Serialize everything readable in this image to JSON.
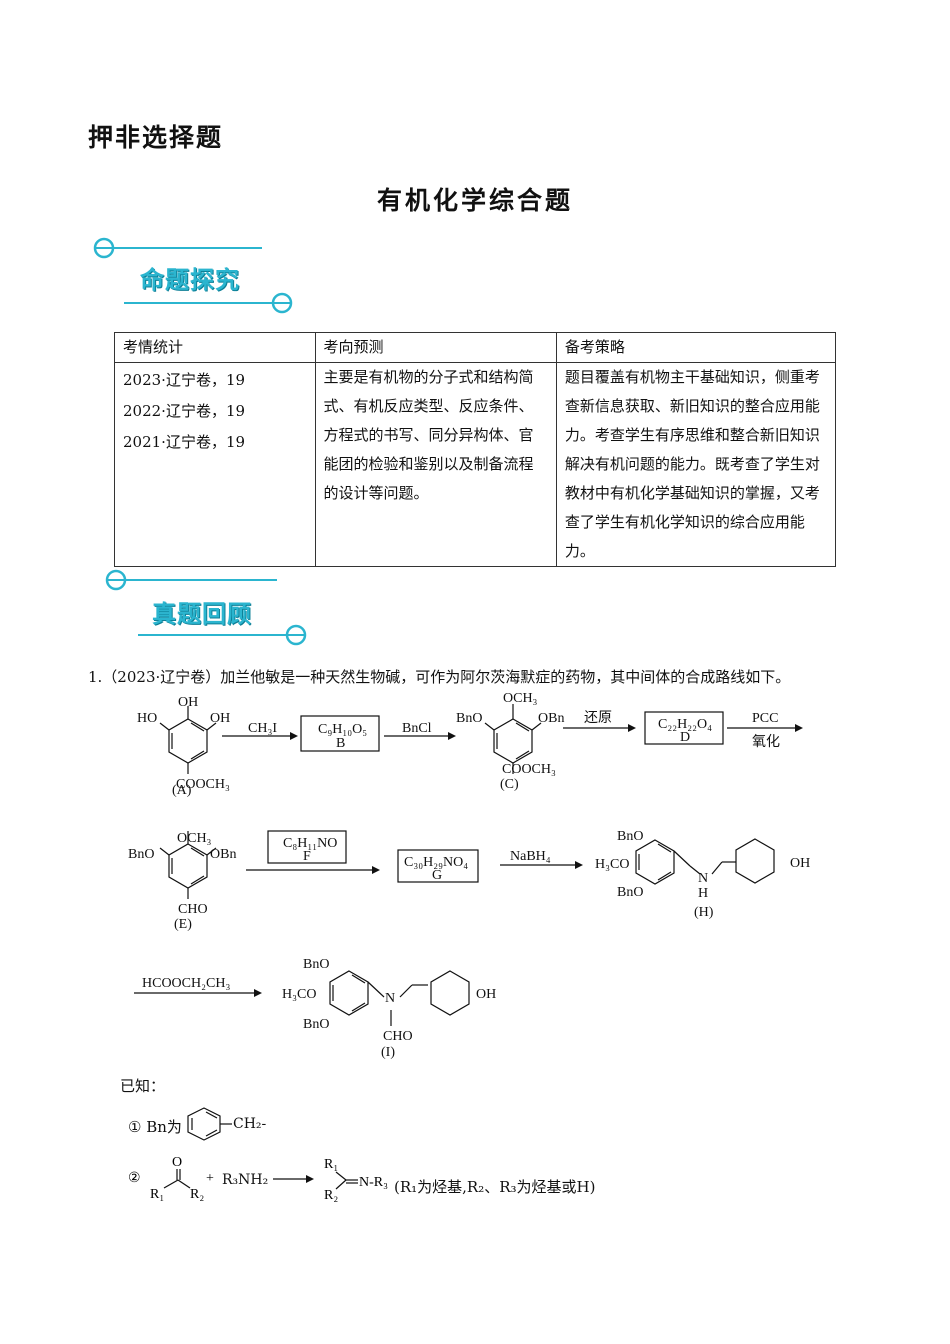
{
  "section_title": "押非选择题",
  "main_title": "有机化学综合题",
  "banner1": "命题探究",
  "banner2": "真题回顾",
  "table": {
    "headers": [
      "考情统计",
      "考向预测",
      "备考策略"
    ],
    "stats": [
      "2023·辽宁卷，19",
      "2022·辽宁卷，19",
      "2021·辽宁卷，19"
    ],
    "prediction": "主要是有机物的分子式和结构简式、有机反应类型、反应条件、方程式的书写、同分异构体、官能团的检验和鉴别以及制备流程的设计等问题。",
    "strategy": "题目覆盖有机物主干基础知识，侧重考查新信息获取、新旧知识的整合应用能力。考查学生有序思维和整合新旧知识解决有机问题的能力。既考查了学生对教材中有机化学基础知识的掌握，又考查了学生有机化学知识的综合应用能力。"
  },
  "question": "1.（2023·辽宁卷）加兰他敏是一种天然生物碱，可作为阿尔茨海默症的药物，其中间体的合成路线如下。",
  "known_label": "已知：",
  "known1_prefix": "① Bn为",
  "known1_suffix": "CH₂-",
  "known2_reagent": "R₃NH₂",
  "known2_note": "(R₁为烃基,R₂、R₃为烃基或H)"
}
